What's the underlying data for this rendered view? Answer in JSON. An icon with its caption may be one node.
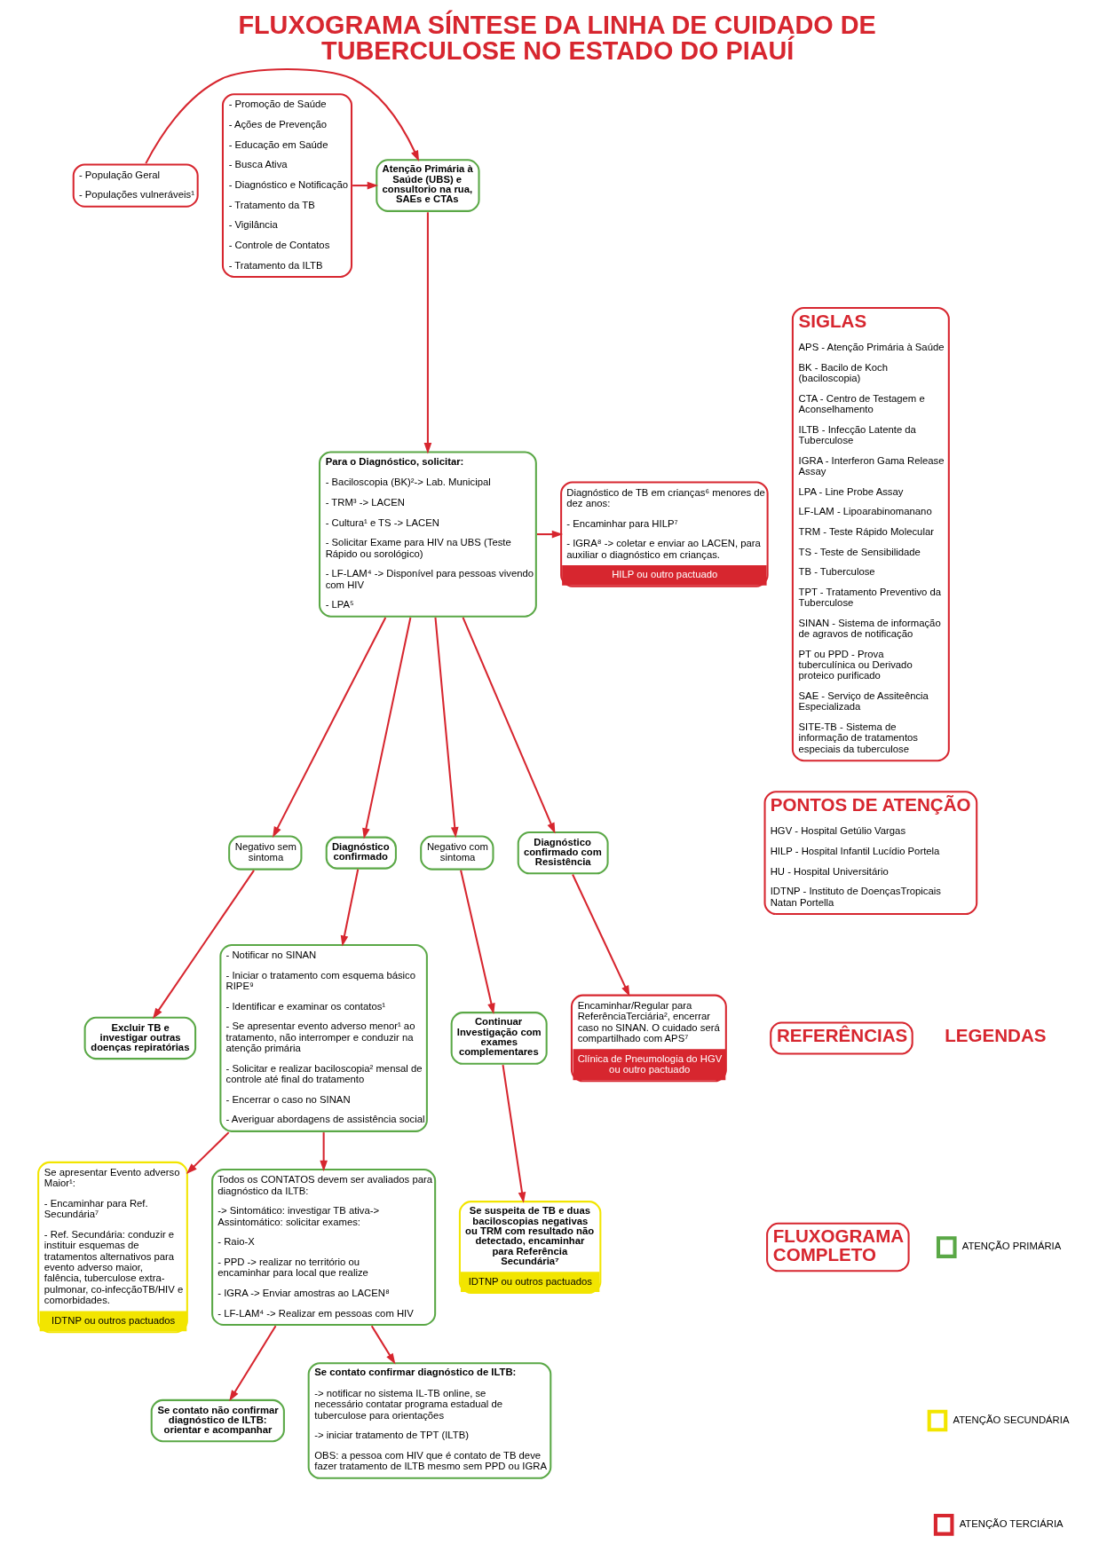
{
  "diagram": {
    "title": "FLUXOGRAMA SÍNTESE DA LINHA DE CUIDADO DE TUBERCULOSE NO ESTADO DO PIAUÍ",
    "nodes": [
      {
        "text": [
          "- População Geral",
          "- Populações vulneráveis¹"
        ]
      },
      {
        "text": [
          "Atenção Primária à Saúde (UBS) e consultorio na rua, SAEs e CTAs"
        ]
      },
      {
        "text": [
          "- Promoção de Saúde",
          "- Ações de Prevenção",
          "- Educação em Saúde",
          "- Busca Ativa",
          "- Diagnóstico e Notificação",
          "- Tratamento da TB",
          "- Vigilância",
          "- Controle de Contatos",
          "- Tratamento da ILTB"
        ]
      },
      {
        "text": [
          "Para o Diagnóstico, solicitar:",
          "- Baciloscopia (BK)²-> Lab. Municipal",
          "- TRM³ -> LACEN",
          "- Cultura¹ e TS -> LACEN",
          "- Solicitar Exame para HIV na UBS (Teste Rápido ou sorológico)",
          "- LF-LAM⁴ -> Disponível para pessoas vivendo com HIV",
          "- LPA⁵"
        ]
      },
      {
        "text": [
          "Diagnóstico de TB em crianças⁶ menores de dez anos:",
          "- Encaminhar para HILP⁷",
          "- IGRA⁸ -> coletar e enviar ao LACEN, para auxiliar o diagnóstico em crianças.",
          "HILP ou outro pactuado"
        ]
      },
      {
        "text": [
          "Negativo sem sintoma"
        ]
      },
      {
        "text": [
          "Diagnóstico confirmado"
        ]
      },
      {
        "text": [
          "Negativo com sintoma"
        ]
      },
      {
        "text": [
          "Diagnóstico confirmado com Resistência"
        ]
      },
      {
        "text": [
          "Excluir TB e investigar outras doenças repiratórias"
        ]
      },
      {
        "text": [
          "- Notificar no SINAN",
          "- Iniciar o tratamento com esquema básico RIPE⁹",
          "- Identificar e examinar os contatos¹",
          "- Se apresentar evento adverso menor¹ ao tratamento, não interromper e conduzir na atenção primária",
          "- Solicitar e realizar baciloscopia² mensal de controle até final do tratamento",
          "- Encerrar o caso no SINAN",
          "- Averiguar abordagens de assistência social"
        ]
      },
      {
        "text": [
          "Continuar Investigação com exames complementares"
        ]
      },
      {
        "text": [
          "Encaminhar/Regular para ReferênciaTerciária², encerrar caso no SINAN. O cuidado será compartilhado com APS⁷",
          "Clínica de Pneumologia do HGV ou outro pactuado"
        ]
      },
      {
        "text": [
          "Se apresentar Evento adverso Maior¹:",
          "- Encaminhar para Ref. Secundária⁷",
          "- Ref. Secundária: conduzir e instituir esquemas de tratamentos alternativos para evento adverso maior, falência, tuberculose extra-pulmonar, co-infecçãoTB/HIV e comorbidades.",
          "IDTNP ou outros pactuados"
        ]
      },
      {
        "text": [
          "Se suspeita de TB e duas baciloscopias negativas ou TRM com resultado não detectado, encaminhar para Referência Secundária⁷",
          "IDTNP ou outros pactuados"
        ]
      },
      {
        "text": [
          "Todos os CONTATOS devem ser avaliados para diagnóstico da ILTB:",
          "-> Sintomático: investigar TB ativa-> Assintomático: solicitar exames:",
          "- Raio-X",
          "- PPD -> realizar no território ou encaminhar para local que realize",
          "- IGRA -> Enviar amostras ao LACEN⁸",
          "- LF-LAM⁴ -> Realizar em pessoas com HIV"
        ]
      },
      {
        "text": [
          "Se contato não confirmar diagnóstico de ILTB: orientar e acompanhar"
        ]
      },
      {
        "text": [
          "Se contato confirmar diagnóstico de ILTB:",
          "-> notificar no sistema IL-TB online, se necessário contatar programa estadual de tuberculose para orientações",
          "-> iniciar tratamento de TPT (ILTB)",
          "OBS: a pessoa com HIV que é contato de TB deve fazer tratamento de ILTB mesmo sem PPD ou IGRA"
        ]
      },
      {
        "text": [
          "SIGLAS",
          "APS - Atenção Primária à Saúde",
          "BK - Bacilo de Koch (baciloscopia)",
          "CTA - Centro de Testagem e Aconselhamento",
          "ILTB - Infecção Latente da Tuberculose",
          "IGRA - Interferon Gama Release Assay",
          "LPA - Line Probe Assay",
          "LF-LAM - Lipoarabinomanano",
          "TRM - Teste Rápido Molecular",
          "TS - Teste de Sensibilidade",
          "TB - Tuberculose",
          "TPT - Tratamento Preventivo da Tuberculose",
          "SINAN - Sistema de informação de agravos de notificação",
          "PT ou PPD - Prova tuberculínica ou Derivado proteico purificado",
          "SAE - Serviço de Assiteência Especializada",
          "SITE-TB - Sistema de informação de tratamentos especiais da tuberculose"
        ]
      },
      {
        "text": [
          "PONTOS DE ATENÇÃO",
          "HGV - Hospital Getúlio Vargas",
          "HILP - Hospital Infantil Lucídio Portela",
          "HU - Hospital Universitário",
          "IDTNP - Instituto de DoençasTropicais Natan Portella"
        ]
      },
      {
        "text": [
          "REFERÊNCIAS"
        ]
      },
      {
        "text": [
          "FLUXOGRAMA COMPLETO"
        ]
      }
    ],
    "edges": [
      {
        "from": 0,
        "to": 1,
        "arrow": "to"
      },
      {
        "from": 2,
        "to": 1,
        "arrow": "to"
      },
      {
        "from": 1,
        "to": 3,
        "arrow": "to"
      },
      {
        "from": 3,
        "to": 4,
        "arrow": "to"
      },
      {
        "from": 3,
        "to": 5,
        "arrow": "to"
      },
      {
        "from": 3,
        "to": 6,
        "arrow": "to"
      },
      {
        "from": 3,
        "to": 7,
        "arrow": "to"
      },
      {
        "from": 3,
        "to": 8,
        "arrow": "to"
      },
      {
        "from": 5,
        "to": 9,
        "arrow": "to"
      },
      {
        "from": 6,
        "to": 10,
        "arrow": "to"
      },
      {
        "from": 7,
        "to": 11,
        "arrow": "to"
      },
      {
        "from": 8,
        "to": 12,
        "arrow": "to"
      },
      {
        "from": 11,
        "to": 14,
        "arrow": "to"
      },
      {
        "from": 10,
        "to": 13,
        "arrow": "to"
      },
      {
        "from": 10,
        "to": 15,
        "arrow": "to"
      },
      {
        "from": 15,
        "to": 16,
        "arrow": "to"
      },
      {
        "from": 15,
        "to": 17,
        "arrow": "to"
      }
    ],
    "labels": [
      "LEGENDAS"
    ],
    "legend": [
      {
        "text": "ATENÇÃO PRIMÁRIA",
        "color": "#5aa846"
      },
      {
        "text": "ATENÇÃO SECUNDÁRIA",
        "color": "#f2e500"
      },
      {
        "text": "ATENÇÃO TERCIÁRIA",
        "color": "#d7262f"
      }
    ]
  }
}
